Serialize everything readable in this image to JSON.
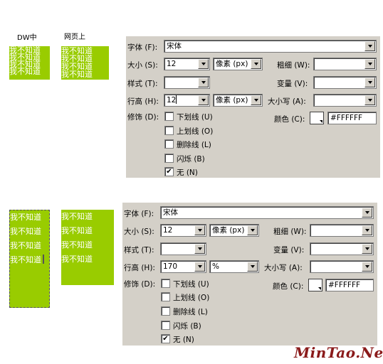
{
  "captions": {
    "dw": "DW中",
    "web": "网页上"
  },
  "sample_text": "我不知道",
  "panels": [
    {
      "font_label": "字体 (F):",
      "font_value": "宋体",
      "size_label": "大小 (S):",
      "size_value": "12",
      "size_unit": "像素 (px)",
      "weight_label": "粗细 (W):",
      "weight_value": "",
      "style_label": "样式 (T):",
      "style_value": "",
      "variant_label": "变量 (V):",
      "variant_value": "",
      "lineheight_label": "行高 (H):",
      "lineheight_value": "12",
      "lineheight_unit": "像素 (px)",
      "case_label": "大小写 (A):",
      "case_value": "",
      "decoration_label": "修饰 (D):",
      "underline": "下划线 (U)",
      "overline": "上划线 (O)",
      "strike": "删除线 (L)",
      "blink": "闪烁 (B)",
      "none": "无 (N)",
      "none_checked": "✔",
      "color_label": "颜色 (C):",
      "color_value": "#FFFFFF"
    },
    {
      "font_label": "字体 (F):",
      "font_value": "宋体",
      "size_label": "大小 (S):",
      "size_value": "12",
      "size_unit": "像素 (px)",
      "weight_label": "粗细 (W):",
      "weight_value": "",
      "style_label": "样式 (T):",
      "style_value": "",
      "variant_label": "变量 (V):",
      "variant_value": "",
      "lineheight_label": "行高 (H):",
      "lineheight_value": "170",
      "lineheight_unit": "%",
      "case_label": "大小写 (A):",
      "case_value": "",
      "decoration_label": "修饰 (D):",
      "underline": "下划线 (U)",
      "overline": "上划线 (O)",
      "strike": "删除线 (L)",
      "blink": "闪烁 (B)",
      "none": "无 (N)",
      "none_checked": "✔",
      "color_label": "颜色 (C):",
      "color_value": "#FFFFFF"
    }
  ],
  "watermark": "MinTao.Net",
  "colors": {
    "preview_green": "#99cc00",
    "panel_gray": "#d4d0c8",
    "watermark": "#8a1a1a"
  }
}
